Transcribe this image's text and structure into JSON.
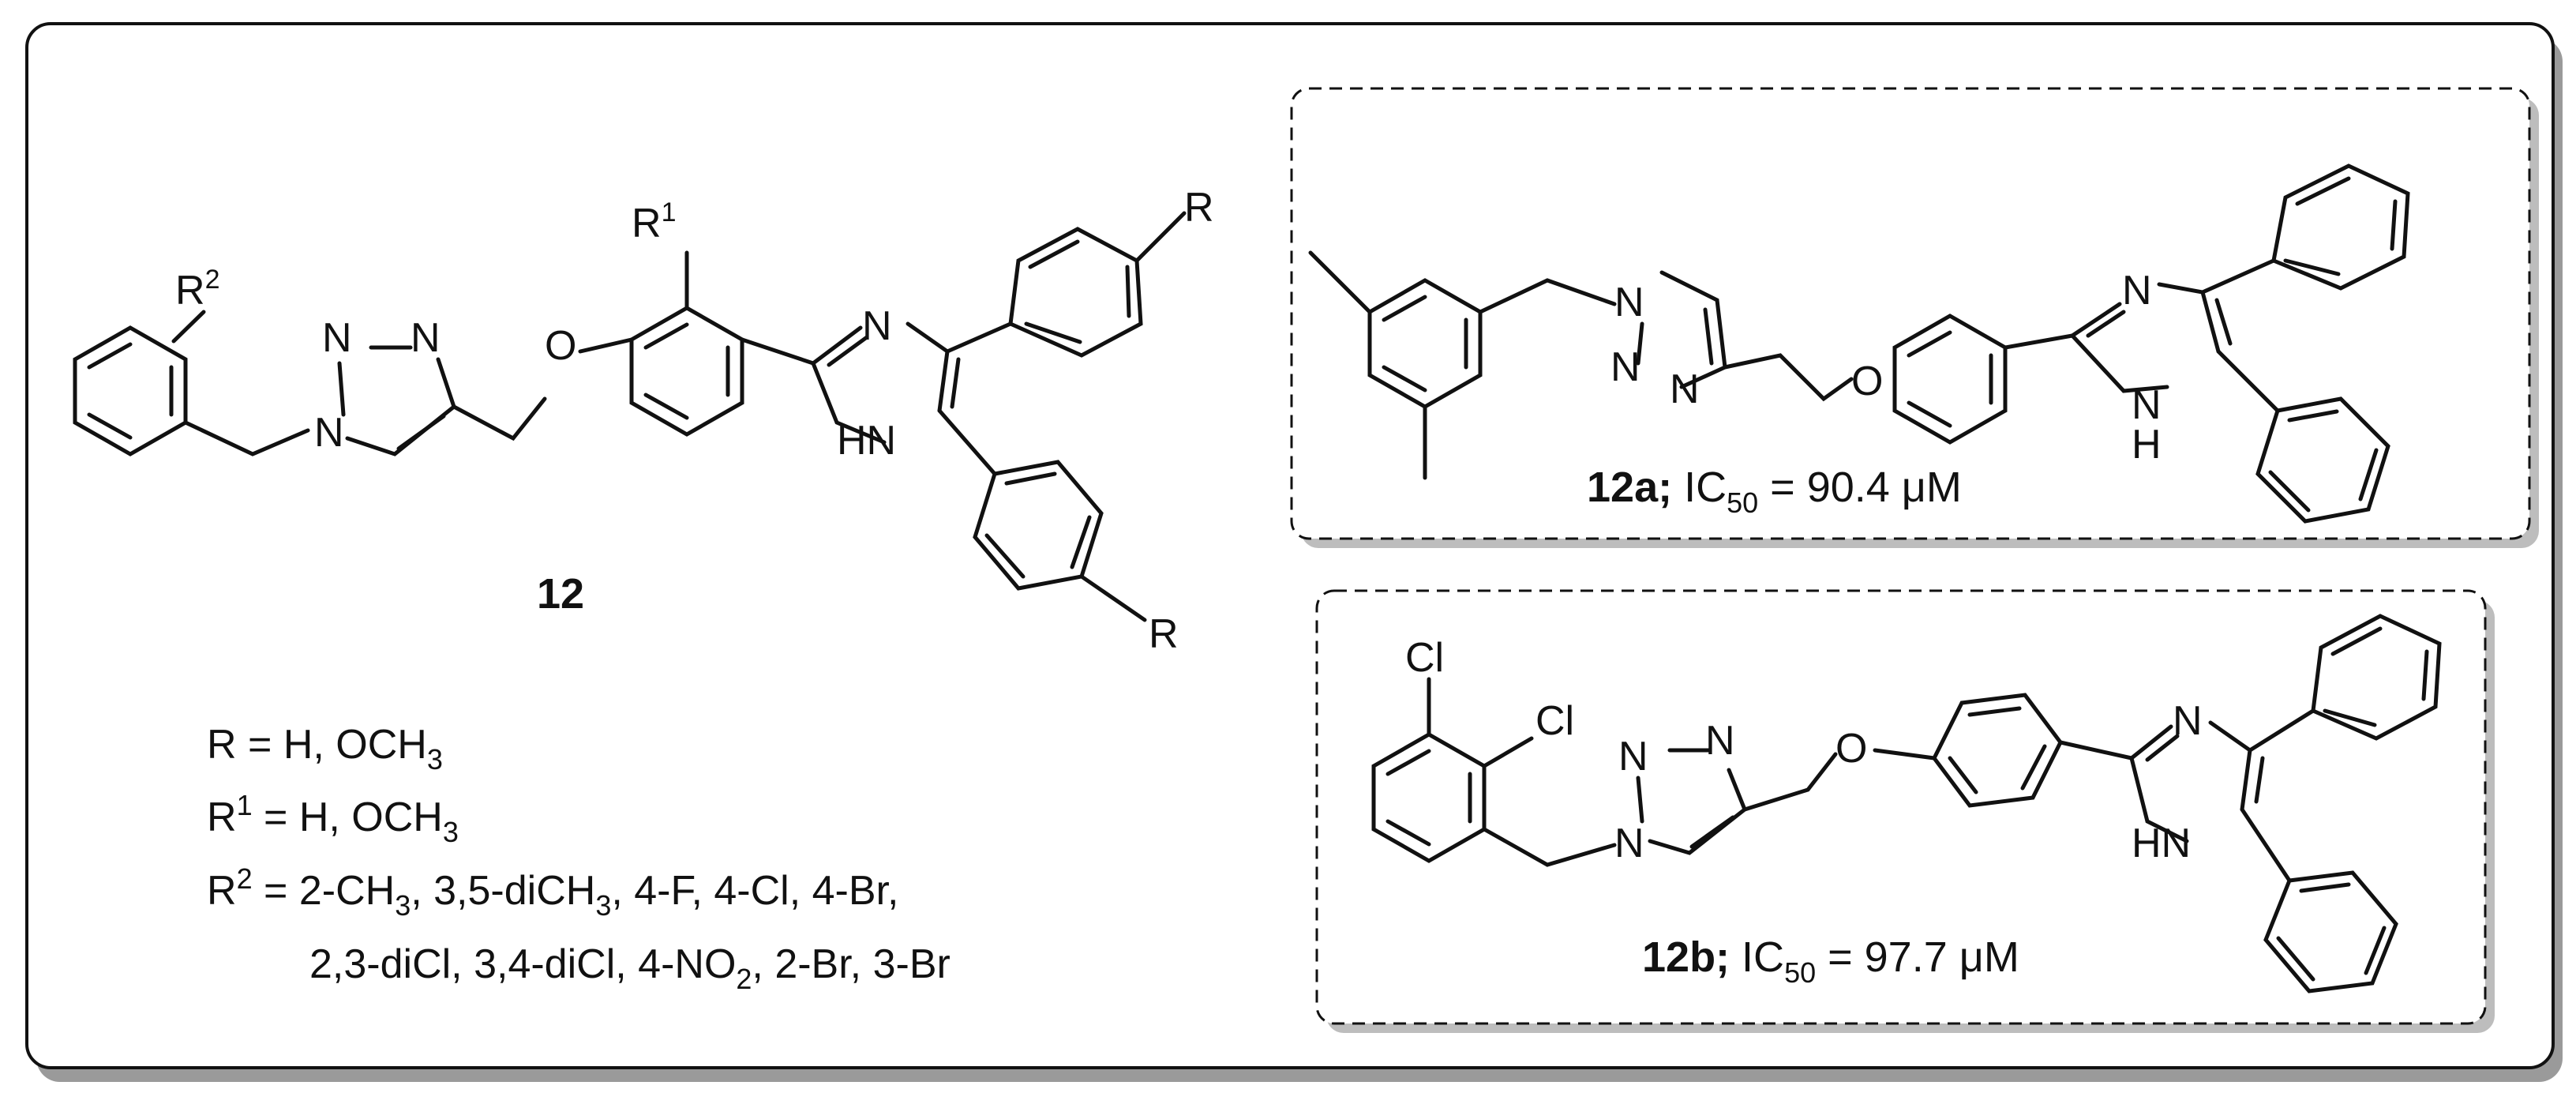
{
  "compound_main": {
    "label": "12",
    "substituents": [
      "R",
      "R",
      "R",
      "1",
      "R",
      "2"
    ],
    "definitions": [
      {
        "prefix": "R",
        "sup": "",
        "text": " = H, OCH",
        "sub": "3",
        "after": ""
      },
      {
        "prefix": "R",
        "sup": "1",
        "text": " = H, OCH",
        "sub": "3",
        "after": ""
      },
      {
        "prefix": "R",
        "sup": "2",
        "text": " = 2-CH",
        "sub": "3",
        "after": ", 3,5-diCH"
      }
    ],
    "r2_line1_sub2": "3",
    "r2_line1_tail": ", 4-F, 4-Cl, 4-Br,",
    "r2_line2_a": "2,3-diCl, 3,4-diCl, 4-NO",
    "r2_line2_sub": "2",
    "r2_line2_b": ", 2-Br, 3-Br"
  },
  "compound_a": {
    "label": "12a;",
    "ic_text": " IC",
    "ic_sub": "50",
    "ic_value": " = 90.4 μM"
  },
  "compound_b": {
    "label": "12b;",
    "ic_text": " IC",
    "ic_sub": "50",
    "ic_value": " = 97.7 μM",
    "cl1": "Cl",
    "cl2": "Cl"
  },
  "atoms": {
    "N": "N",
    "O": "O",
    "H": "H",
    "HN": "HN"
  }
}
